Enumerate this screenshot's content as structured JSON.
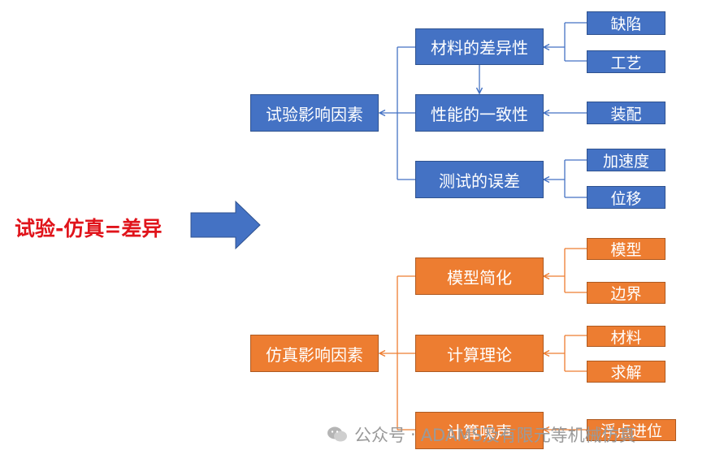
{
  "equation": "试验-仿真=差异",
  "test": {
    "root": "试验影响因素",
    "branches": [
      {
        "label": "材料的差异性",
        "leaves": [
          "缺陷",
          "工艺"
        ]
      },
      {
        "label": "性能的一致性",
        "leaves": [
          "装配"
        ]
      },
      {
        "label": "测试的误差",
        "leaves": [
          "加速度",
          "位移"
        ]
      }
    ]
  },
  "sim": {
    "root": "仿真影响因素",
    "branches": [
      {
        "label": "模型简化",
        "leaves": [
          "模型",
          "边界"
        ]
      },
      {
        "label": "计算理论",
        "leaves": [
          "材料",
          "求解"
        ]
      },
      {
        "label": "计算噪声",
        "leaves": [
          "浮点进位"
        ]
      }
    ]
  },
  "watermark": {
    "left": "公众号",
    "sep": "·",
    "right": "ADAMS及有限元等机械仿真"
  },
  "colors": {
    "blue_fill": "#4472c4",
    "orange_fill": "#ed7d31",
    "equation_red": "#e0141b",
    "connector_blue": "#4472c4",
    "connector_orange": "#ed7d31"
  }
}
